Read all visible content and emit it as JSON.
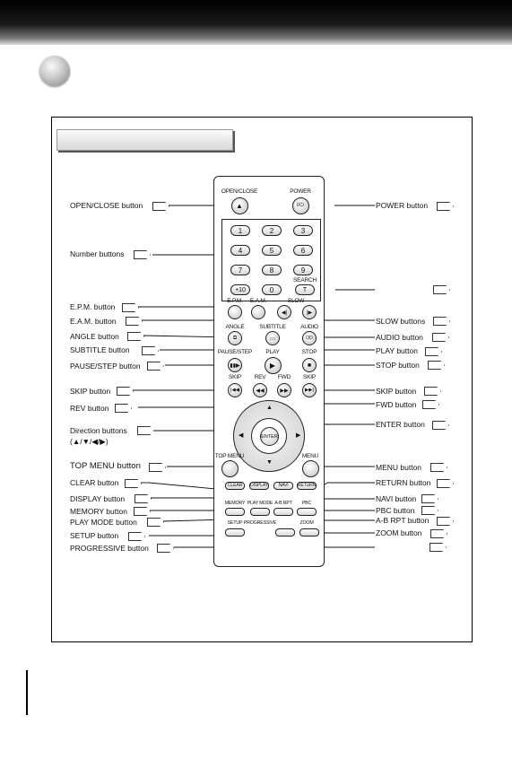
{
  "remote": {
    "open_close": "OPEN/CLOSE",
    "power": "POWER",
    "eject_glyph": "▲",
    "power_glyph": "I/⏻",
    "numbers": [
      "1",
      "2",
      "3",
      "4",
      "5",
      "6",
      "7",
      "8",
      "9",
      "+10",
      "0"
    ],
    "search": "SEARCH",
    "search_key": "T",
    "epm": "E.P.M.",
    "eam": "E.A.M.",
    "slow": "SLOW",
    "angle": "ANGLE",
    "subtitle": "SUBTITLE",
    "audio": "AUDIO",
    "pause_step": "PAUSE/STEP",
    "play": "PLAY",
    "stop": "STOP",
    "skip_left": "SKIP",
    "rev": "REV",
    "fwd": "FWD",
    "skip_right": "SKIP",
    "enter": "ENTER",
    "top_menu": "TOP MENU",
    "menu": "MENU",
    "clear": "CLEAR",
    "display": "DISPLAY",
    "navi": "NAVI",
    "return": "RETURN",
    "memory": "MEMORY",
    "play_mode": "PLAY MODE",
    "ab_rpt": "A-B RPT",
    "pbc": "PBC",
    "setup": "SETUP",
    "progressive": "PROGRESSIVE",
    "zoom": "ZOOM"
  },
  "callouts_left": {
    "open_close": "OPEN/CLOSE button",
    "number": "Number buttons",
    "epm": "E.P.M. button",
    "eam": "E.A.M. button",
    "angle": "ANGLE button",
    "subtitle": "SUBTITLE button",
    "pause_step": "PAUSE/STEP button",
    "skip": "SKIP button",
    "rev": "REV button",
    "direction": "Direction buttons",
    "direction_arrows": "(▲/▼/◀/▶)",
    "top_menu": "TOP MENU button",
    "clear": "CLEAR button",
    "display": "DISPLAY button",
    "memory": "MEMORY button",
    "play_mode": "PLAY MODE button",
    "setup": "SETUP button",
    "progressive": "PROGRESSIVE button"
  },
  "callouts_right": {
    "power": "POWER button",
    "slow": "SLOW buttons",
    "audio": "AUDIO button",
    "play": "PLAY button",
    "stop": "STOP button",
    "skip": "SKIP button",
    "fwd": "FWD button",
    "enter": "ENTER button",
    "menu": "MENU button",
    "return": "RETURN button",
    "navi": "NAVI button",
    "pbc": "PBC button",
    "ab_rpt": "A-B RPT button",
    "zoom": "ZOOM button"
  },
  "colors": {
    "header_black": "#000000",
    "frame": "#000000"
  }
}
